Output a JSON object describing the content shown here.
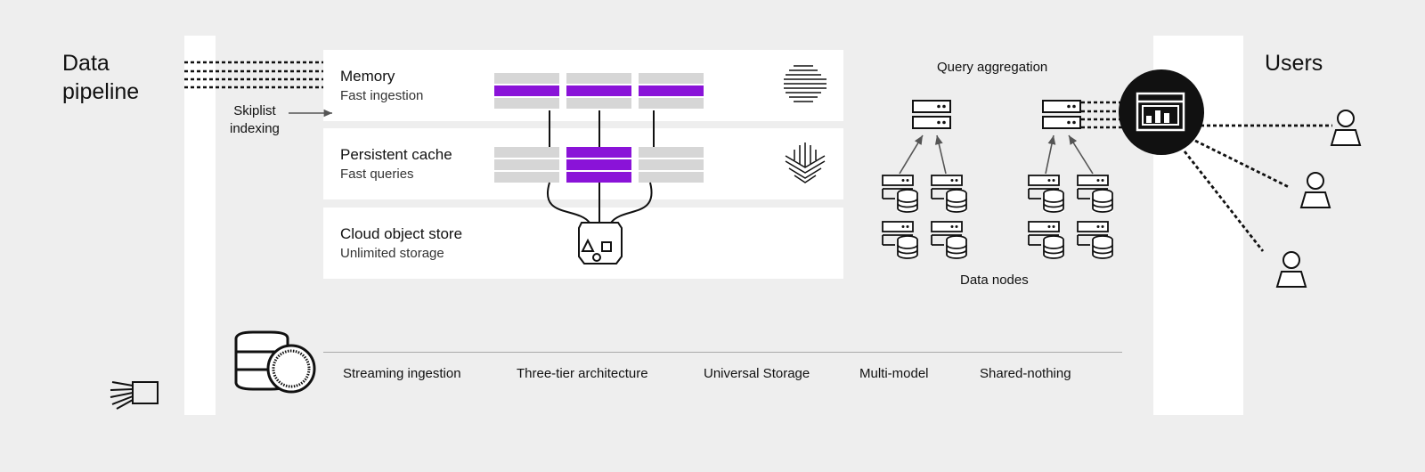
{
  "left": {
    "title_line1": "Data",
    "title_line2": "pipeline",
    "skiplist_line1": "Skiplist",
    "skiplist_line2": "indexing"
  },
  "tiers": [
    {
      "title": "Memory",
      "subtitle": "Fast ingestion"
    },
    {
      "title": "Persistent cache",
      "subtitle": "Fast queries"
    },
    {
      "title": "Cloud object store",
      "subtitle": "Unlimited storage"
    }
  ],
  "cluster": {
    "query_aggregation": "Query aggregation",
    "data_nodes": "Data nodes"
  },
  "users": {
    "title": "Users"
  },
  "features": [
    "Streaming ingestion",
    "Three-tier architecture",
    "Universal Storage",
    "Multi-model",
    "Shared-nothing"
  ],
  "colors": {
    "background": "#eeeeee",
    "panel": "#ffffff",
    "accent_purple": "#8a13d8",
    "block_gray": "#d6d6d6",
    "ink": "#111111"
  }
}
